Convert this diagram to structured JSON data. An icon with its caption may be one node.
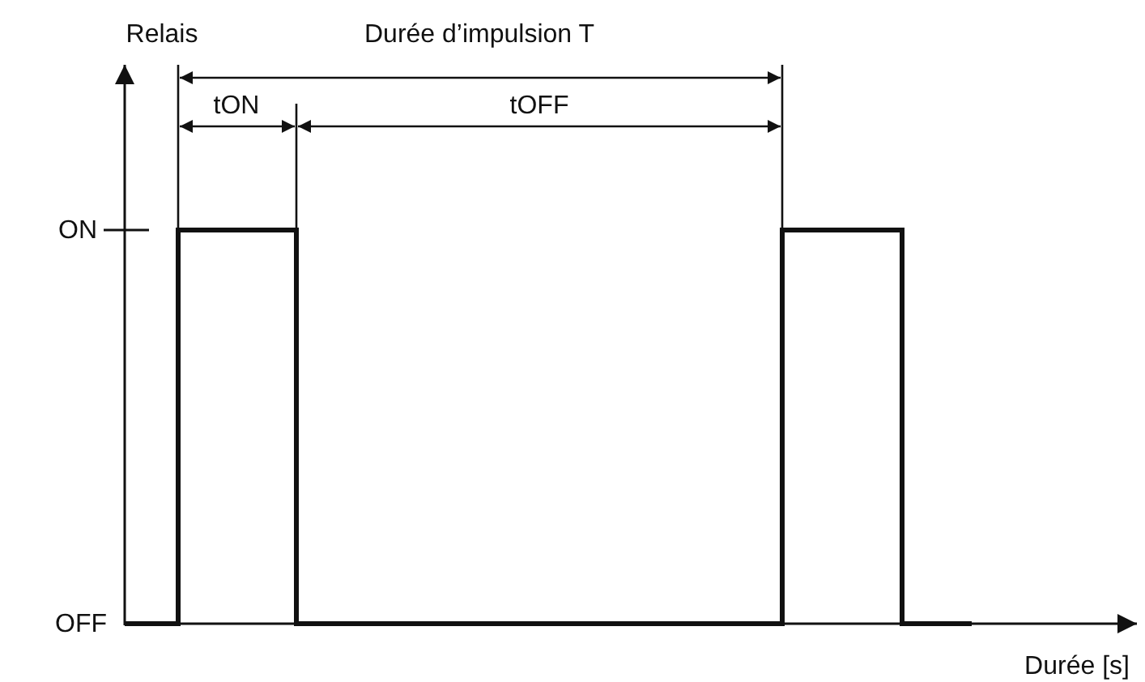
{
  "diagram": {
    "labels": [
      "Relais",
      "Durée d’impulsion T",
      "tON",
      "tOFF",
      "ON",
      "OFF",
      "Durée [s]"
    ]
  }
}
